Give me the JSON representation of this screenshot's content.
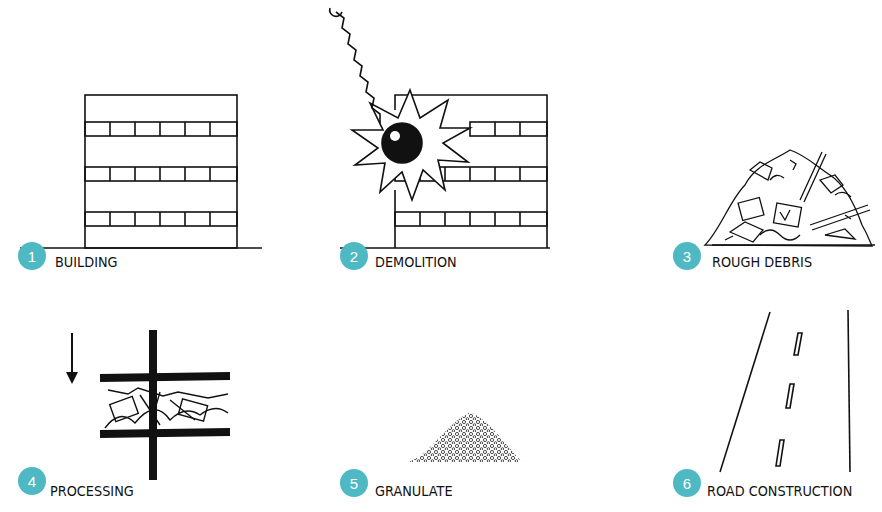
{
  "diagram": {
    "nodes": [
      {
        "text": [
          "1",
          "BUILDING"
        ]
      },
      {
        "text": [
          "2",
          "DEMOLITION"
        ]
      },
      {
        "text": [
          "3",
          "ROUGH DEBRIS"
        ]
      },
      {
        "text": [
          "4",
          "PROCESSING"
        ]
      },
      {
        "text": [
          "5",
          "GRANULATE"
        ]
      },
      {
        "text": [
          "6",
          "ROAD CONSTRUCTION"
        ]
      }
    ]
  }
}
